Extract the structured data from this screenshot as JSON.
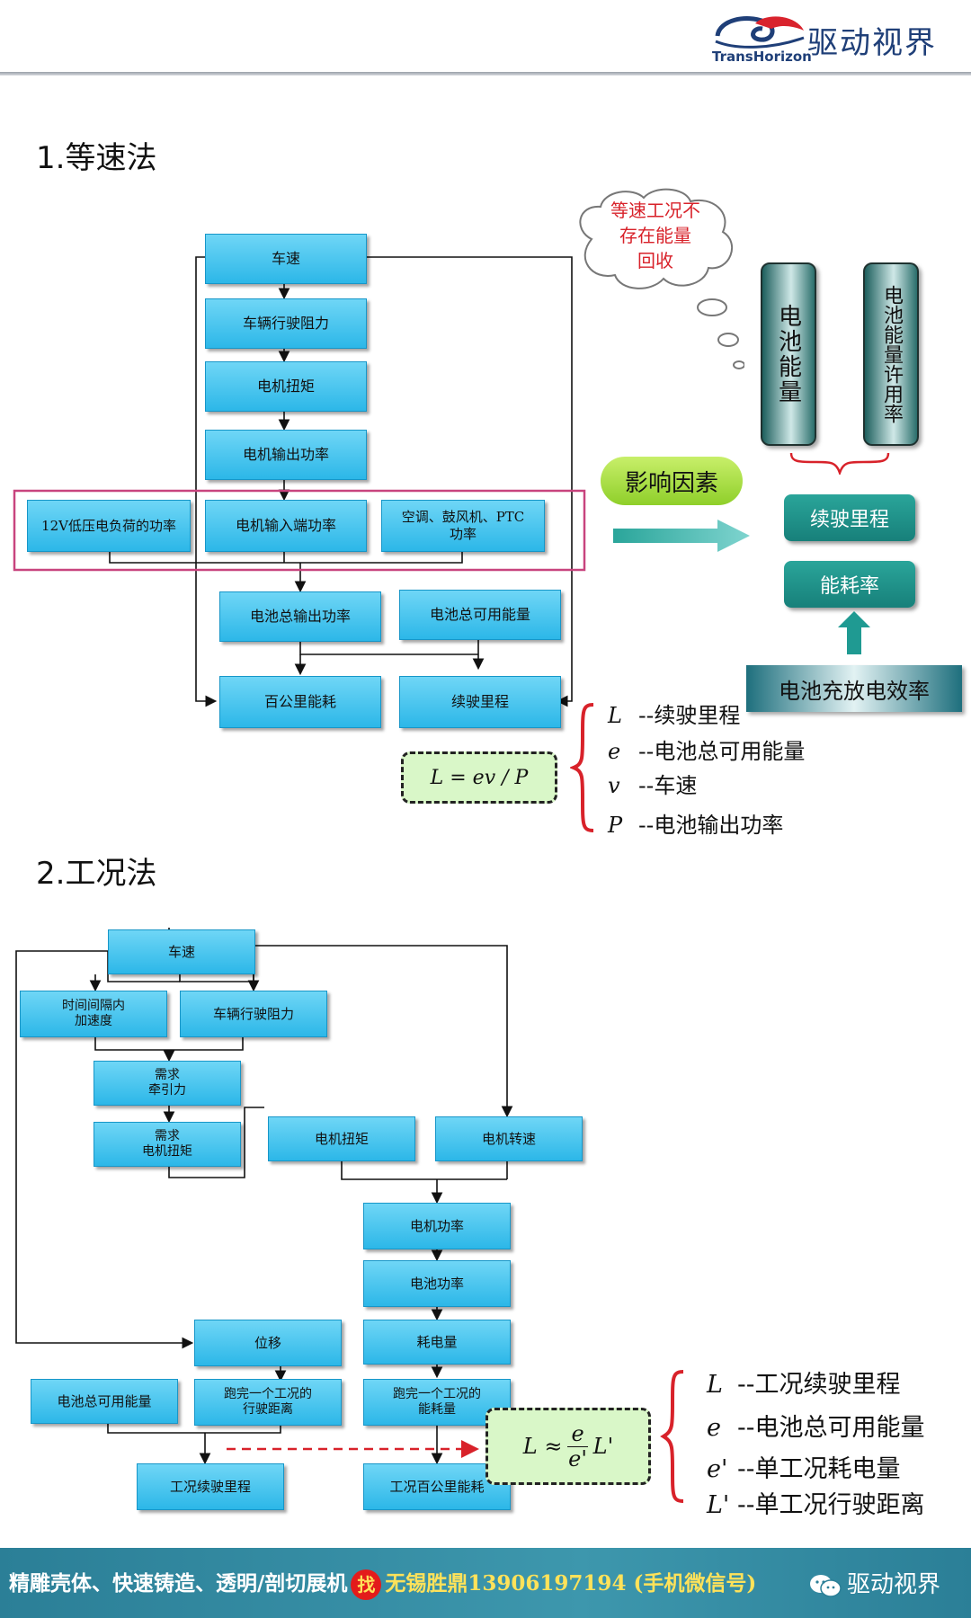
{
  "header": {
    "brand_en": "TransHorizon",
    "brand_cn": "驱动视界"
  },
  "section1": {
    "title": "1.等速法",
    "boxes": {
      "speed": "车速",
      "resistance": "车辆行驶阻力",
      "torque": "电机扭矩",
      "motor_out": "电机输出功率",
      "lowvolt": "12V低压电负荷的功率",
      "motor_in": "电机输入端功率",
      "ac_line1": "空调、鼓风机、PTC",
      "ac_line2": "功率",
      "batt_out": "电池总输出功率",
      "batt_energy": "电池总可用能量",
      "consumption": "百公里能耗",
      "range": "续驶里程"
    },
    "cloud_lines": [
      "等速工况不",
      "存在能量",
      "回收"
    ],
    "pill_left": "电池能量",
    "pill_right": "电池能量许用率",
    "factor_label": "影响因素",
    "result_range": "续驶里程",
    "result_rate": "能耗率",
    "charge_eff": "电池充放电效率",
    "formula": "L = ev / P",
    "legend": [
      {
        "sym": "L",
        "desc": "--续驶里程"
      },
      {
        "sym": "e",
        "desc": "--电池总可用能量"
      },
      {
        "sym": "v",
        "desc": "--车速"
      },
      {
        "sym": "P",
        "desc": "--电池输出功率"
      }
    ]
  },
  "section2": {
    "title": "2.工况法",
    "boxes": {
      "speed": "车速",
      "accel_line1": "时间间隔内",
      "accel_line2": "加速度",
      "resistance": "车辆行驶阻力",
      "traction_line1": "需求",
      "traction_line2": "牵引力",
      "req_torque_line1": "需求",
      "req_torque_line2": "电机扭矩",
      "torque": "电机扭矩",
      "rpm": "电机转速",
      "motor_power": "电机功率",
      "batt_power": "电池功率",
      "displacement": "位移",
      "energy_used": "耗电量",
      "batt_energy": "电池总可用能量",
      "cycle_dist_line1": "跑完一个工况的",
      "cycle_dist_line2": "行驶距离",
      "cycle_energy_line1": "跑完一个工况的",
      "cycle_energy_line2": "能耗量",
      "cycle_range": "工况续驶里程",
      "cycle_consumption": "工况百公里能耗"
    },
    "formula_lhs": "L ≈",
    "formula_num": "e",
    "formula_den": "e'",
    "formula_rhs": "L'",
    "legend": [
      {
        "sym": "L",
        "desc": "--工况续驶里程"
      },
      {
        "sym": "e",
        "desc": "--电池总可用能量"
      },
      {
        "sym": "e'",
        "desc": "--单工况耗电量"
      },
      {
        "sym": "L'",
        "desc": "--单工况行驶距离"
      }
    ]
  },
  "footer": {
    "text_white": "精雕壳体、快速铸造、透明/剖切展机",
    "badge": "找",
    "text_yellow": "无锡胜鼎13906197194 (手机微信号)",
    "wechat": "驱动视界"
  },
  "colors": {
    "box_blue": "#2cb7e8",
    "teal": "#17807a",
    "highlight_frame": "#c8447e",
    "formula_bg": "#d9f7c8",
    "footer": "#2b7f97"
  }
}
